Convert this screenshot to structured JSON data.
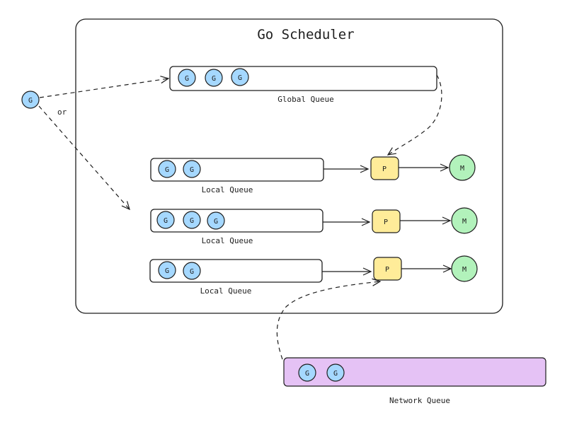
{
  "diagram": {
    "title": "Go Scheduler",
    "or_label": "or",
    "global_queue": {
      "label": "Global Queue",
      "items": [
        "G",
        "G",
        "G"
      ]
    },
    "incoming_goroutine": "G",
    "local_queues": [
      {
        "label": "Local Queue",
        "items": [
          "G",
          "G"
        ],
        "processor": "P",
        "machine": "M"
      },
      {
        "label": "Local Queue",
        "items": [
          "G",
          "G",
          "G"
        ],
        "processor": "P",
        "machine": "M"
      },
      {
        "label": "Local Queue",
        "items": [
          "G",
          "G"
        ],
        "processor": "P",
        "machine": "M"
      }
    ],
    "network_queue": {
      "label": "Network Queue",
      "items": [
        "G",
        "G"
      ]
    },
    "colors": {
      "goroutine": "#a5d8ff",
      "processor": "#ffec99",
      "machine": "#b2f2bb",
      "network": "#e5c2f5",
      "stroke": "#1e1e1e"
    }
  }
}
